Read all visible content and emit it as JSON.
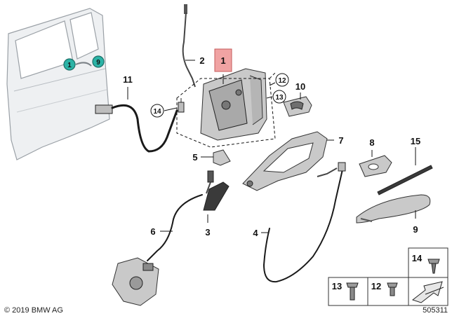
{
  "diagram": {
    "labels": [
      "1",
      "2",
      "3",
      "4",
      "5",
      "6",
      "7",
      "8",
      "9",
      "10",
      "11",
      "12",
      "13",
      "14",
      "15"
    ],
    "door_markers": [
      "1",
      "9"
    ],
    "colors": {
      "highlight_fill": "#f0a3a3",
      "highlight_stroke": "#c55b5b",
      "marker_teal": "#2bb3a6",
      "part_grey": "#c9c9c9"
    }
  },
  "legend": {
    "items": [
      "14",
      "13",
      "12"
    ]
  },
  "footer": {
    "copyright": "© 2019 BMW AG",
    "diagram_number": "505311"
  }
}
